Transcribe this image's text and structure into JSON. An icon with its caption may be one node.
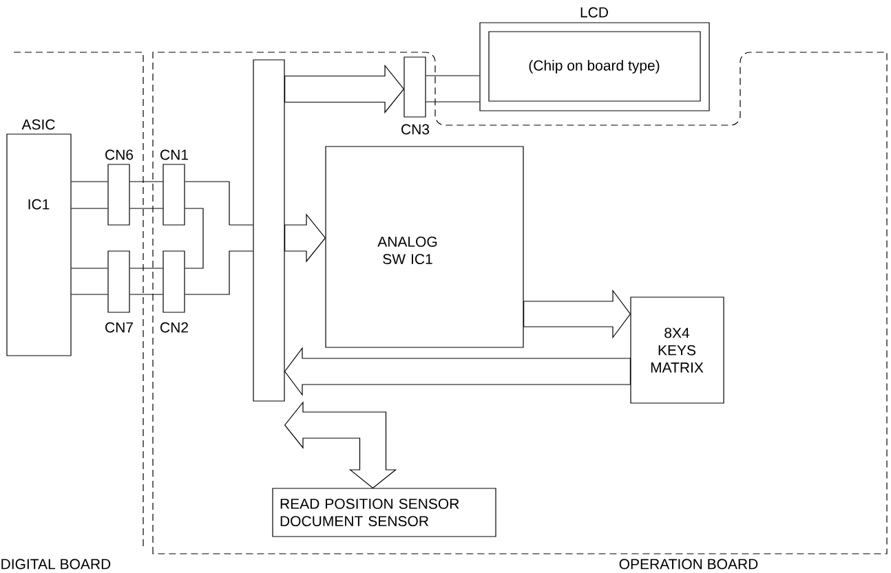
{
  "diagram": {
    "nodes": [
      {
        "text": [
          "DIGITAL BOARD"
        ]
      },
      {
        "text": [
          "ASIC",
          "IC1"
        ],
        "in": 0
      },
      {
        "text": [
          "CN6"
        ],
        "in": 0
      },
      {
        "text": [
          "CN7"
        ],
        "in": 0
      },
      {
        "text": [
          "OPERATION BOARD"
        ]
      },
      {
        "text": [
          "CN1"
        ],
        "in": 4
      },
      {
        "text": [
          "CN2"
        ],
        "in": 4
      },
      {
        "text": [],
        "shape": "bar",
        "in": 4
      },
      {
        "text": [
          "CN3"
        ],
        "in": 4
      },
      {
        "text": [
          "LCD",
          "(Chip on board type)"
        ]
      },
      {
        "text": [
          "ANALOG SW IC1"
        ],
        "in": 4
      },
      {
        "text": [
          "8X4 KEYS MATRIX"
        ],
        "in": 4
      },
      {
        "text": [
          "READ POSITION SENSOR DOCUMENT SENSOR"
        ],
        "in": 4
      }
    ],
    "edges": [
      {
        "from": 1,
        "to": 2,
        "arrow": "none"
      },
      {
        "from": 1,
        "to": 2,
        "arrow": "none"
      },
      {
        "from": 1,
        "to": 3,
        "arrow": "none"
      },
      {
        "from": 1,
        "to": 3,
        "arrow": "none"
      },
      {
        "from": 2,
        "to": 5,
        "arrow": "none"
      },
      {
        "from": 2,
        "to": 5,
        "arrow": "none"
      },
      {
        "from": 3,
        "to": 6,
        "arrow": "none"
      },
      {
        "from": 3,
        "to": 6,
        "arrow": "none"
      },
      {
        "from": 5,
        "to": 7,
        "arrow": "none"
      },
      {
        "from": 5,
        "to": 6,
        "arrow": "none"
      },
      {
        "from": 6,
        "to": 7,
        "arrow": "none"
      },
      {
        "from": 7,
        "to": 8,
        "arrow": "to"
      },
      {
        "from": 8,
        "to": 9,
        "arrow": "none"
      },
      {
        "from": 8,
        "to": 9,
        "arrow": "none"
      },
      {
        "from": 7,
        "to": 10,
        "arrow": "to"
      },
      {
        "from": 10,
        "to": 11,
        "arrow": "to"
      },
      {
        "from": 11,
        "to": 7,
        "arrow": "to"
      },
      {
        "from": 7,
        "to": 12,
        "arrow": "both"
      }
    ]
  }
}
